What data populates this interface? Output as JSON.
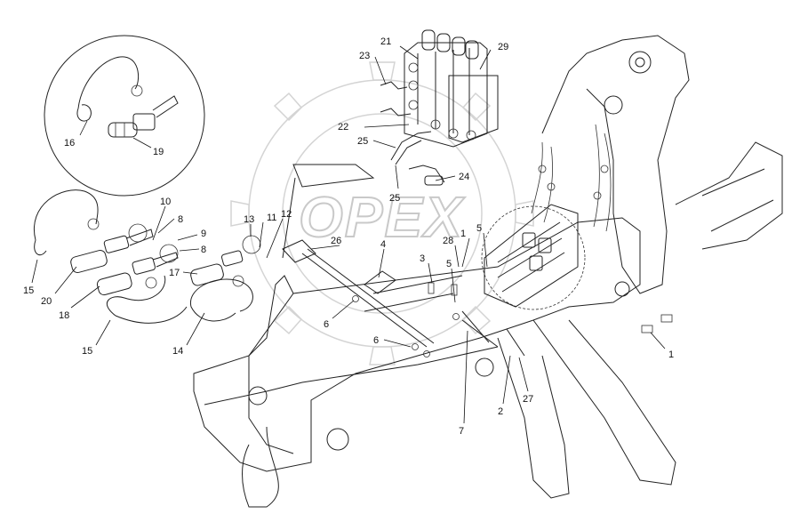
{
  "watermark": {
    "text": "OPEX"
  },
  "callouts": [
    {
      "id": "c21",
      "text": "21"
    },
    {
      "id": "c23",
      "text": "23"
    },
    {
      "id": "c29",
      "text": "29"
    },
    {
      "id": "c22",
      "text": "22"
    },
    {
      "id": "c25a",
      "text": "25"
    },
    {
      "id": "c25b",
      "text": "25"
    },
    {
      "id": "c24",
      "text": "24"
    },
    {
      "id": "c16",
      "text": "16"
    },
    {
      "id": "c19",
      "text": "19"
    },
    {
      "id": "c10",
      "text": "10"
    },
    {
      "id": "c8a",
      "text": "8"
    },
    {
      "id": "c9",
      "text": "9"
    },
    {
      "id": "c8b",
      "text": "8"
    },
    {
      "id": "c13",
      "text": "13"
    },
    {
      "id": "c11",
      "text": "11"
    },
    {
      "id": "c12",
      "text": "12"
    },
    {
      "id": "c26",
      "text": "26"
    },
    {
      "id": "c4",
      "text": "4"
    },
    {
      "id": "c3",
      "text": "3"
    },
    {
      "id": "c28",
      "text": "28"
    },
    {
      "id": "c1a",
      "text": "1"
    },
    {
      "id": "c5a",
      "text": "5"
    },
    {
      "id": "c5b",
      "text": "5"
    },
    {
      "id": "c15a",
      "text": "15"
    },
    {
      "id": "c20",
      "text": "20"
    },
    {
      "id": "c18",
      "text": "18"
    },
    {
      "id": "c17",
      "text": "17"
    },
    {
      "id": "c14",
      "text": "14"
    },
    {
      "id": "c15b",
      "text": "15"
    },
    {
      "id": "c6a",
      "text": "6"
    },
    {
      "id": "c6b",
      "text": "6"
    },
    {
      "id": "c7",
      "text": "7"
    },
    {
      "id": "c2",
      "text": "2"
    },
    {
      "id": "c27",
      "text": "27"
    },
    {
      "id": "c1b",
      "text": "1"
    }
  ]
}
